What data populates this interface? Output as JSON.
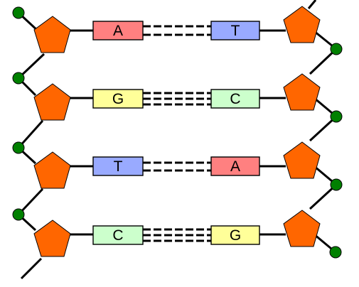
{
  "title": "",
  "base_colors": {
    "A": "#ff8080",
    "T": "#99aaff",
    "G": "#ffff99",
    "C": "#ccffcc"
  },
  "component_colors": {
    "sugar": "#ff6600",
    "phosphate": "#008000",
    "backbone": "#000000"
  },
  "pairs": [
    {
      "left": "A",
      "right": "T",
      "bonds": 2
    },
    {
      "left": "G",
      "right": "C",
      "bonds": 3
    },
    {
      "left": "T",
      "right": "A",
      "bonds": 2
    },
    {
      "left": "C",
      "right": "G",
      "bonds": 3
    }
  ]
}
